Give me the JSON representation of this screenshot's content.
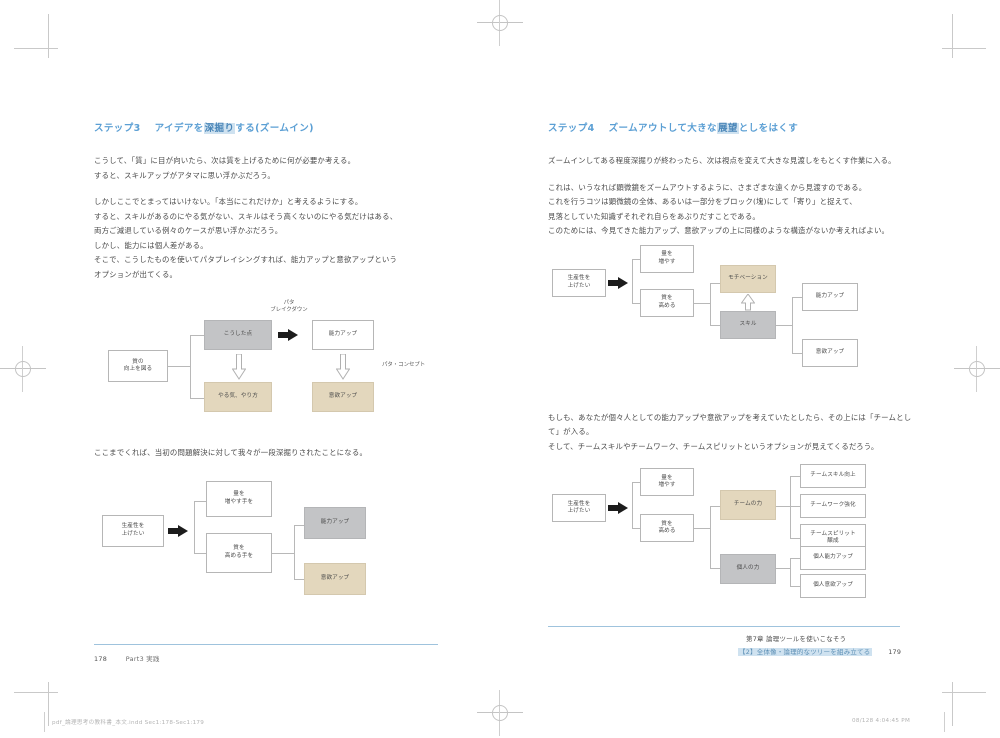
{
  "document": {
    "type": "print-proof-spread",
    "left_page_number": "178",
    "right_page_number": "179"
  },
  "left_page": {
    "section_title": {
      "number": "ステップ3",
      "text": "アイデアを",
      "highlight": "深掘り",
      "text_end": "する(ズームイン)"
    },
    "paragraphs": [
      "こうして、「質」に目が向いたら、次は質を上げるために何が必要か考える。\nすると、スキルアップがアタマに思い浮かぶだろう。",
      "しかしここでとまってはいけない。「本当にこれだけか」と考えるようにする。\nすると、スキルがあるのにやる気がない、スキルはそう高くないのにやる気だけはある、\n両方ご減退している例々のケースが思い浮かぶだろう。\nしかし、能力には個人差がある。\nそこで、こうしたものを使いてパタプレイシングすれば、能力アップと意欲アップという\nオプションが出てくる。"
    ],
    "diagram1": {
      "labels": {
        "top_center": "パタ\nブレイクダウン",
        "right_side": "パタ・コンセプト"
      },
      "boxes": [
        {
          "id": "root",
          "text": "質の\n向上を図る",
          "style": "white"
        },
        {
          "id": "skill",
          "text": "こうした点",
          "style": "gray"
        },
        {
          "id": "skillup",
          "text": "能力アップ",
          "style": "white"
        },
        {
          "id": "will",
          "text": "やる気、やり方",
          "style": "beige"
        },
        {
          "id": "willup",
          "text": "意欲アップ",
          "style": "beige"
        }
      ]
    },
    "mid_text": "ここまでくれば、当初の問題解決に対して我々が一段深掘りされたことになる。",
    "diagram2": {
      "boxes": [
        {
          "id": "root",
          "text": "生産性を\n上げたい",
          "style": "white"
        },
        {
          "id": "b1",
          "text": "量を\n増やす手を",
          "style": "white"
        },
        {
          "id": "b2",
          "text": "質を\n高める手を",
          "style": "white"
        },
        {
          "id": "r1",
          "text": "能力アップ",
          "style": "gray"
        },
        {
          "id": "r2",
          "text": "意欲アップ",
          "style": "beige"
        }
      ]
    },
    "footer": {
      "page": "178",
      "label": "Part3 実践"
    }
  },
  "right_page": {
    "section_title": {
      "number": "ステップ4",
      "text": "ズームアウトして大きな",
      "highlight": "展望",
      "text_end": "としをはくす"
    },
    "paragraphs": [
      "ズームインしてある程度深掘りが終わったら、次は視点を変えて大きな見渡しをもとくす作業に入る。",
      "これは、いうなれば顕微鏡をズームアウトするように、さまざまな遠くから見渡すのである。\nこれを行うコツは顕微鏡の全体、あるいは一部分をブロック(塊)にして「寄り」と捉えて、\n見落としていた知識ずそれぞれ自らをあぶりだすことである。\nこのためには、今見てきた能力アップ、意欲アップの上に同様のような構造がないか考えればよい。"
    ],
    "diagram3": {
      "boxes": [
        {
          "id": "root",
          "text": "生産性を\n上げたい",
          "style": "white"
        },
        {
          "id": "b1",
          "text": "量を\n増やす",
          "style": "white"
        },
        {
          "id": "b2",
          "text": "質を\n高める",
          "style": "white"
        },
        {
          "id": "m1",
          "text": "モチベーション",
          "style": "beige"
        },
        {
          "id": "m2",
          "text": "スキル",
          "style": "gray"
        },
        {
          "id": "r1",
          "text": "能力アップ",
          "style": "white"
        },
        {
          "id": "r2",
          "text": "意欲アップ",
          "style": "white"
        }
      ]
    },
    "mid_text": "もしも、あなたが個々人としての能力アップや意欲アップを考えていたとしたら、その上には「チームとして」が入る。\nそして、チームスキルやチームワーク、チームスピリットというオプションが見えてくるだろう。",
    "diagram4": {
      "boxes": [
        {
          "id": "root",
          "text": "生産性を\n上げたい",
          "style": "white"
        },
        {
          "id": "b1",
          "text": "量を\n増やす",
          "style": "white"
        },
        {
          "id": "b2",
          "text": "質を\n高める",
          "style": "white"
        },
        {
          "id": "m1",
          "text": "チームの力",
          "style": "beige"
        },
        {
          "id": "m2",
          "text": "個人の力",
          "style": "gray"
        },
        {
          "id": "r1",
          "text": "チームスキル向上",
          "style": "white"
        },
        {
          "id": "r2",
          "text": "チームワーク強化",
          "style": "white"
        },
        {
          "id": "r3",
          "text": "チームスピリット\n醸成",
          "style": "white"
        },
        {
          "id": "r4",
          "text": "個人能力アップ",
          "style": "white"
        },
        {
          "id": "r5",
          "text": "個人意欲アップ",
          "style": "white"
        }
      ]
    },
    "footer": {
      "chapter": "第7章 論理ツールを使いこなそう",
      "subtitle": "【2】全体像・論理的なツリーを組み立てる",
      "page": "179"
    }
  },
  "print_marks": {
    "bottom_left_filename": "pdf_論理思考の教科書_本文.indd  Sec1:178-Sec1:179",
    "bottom_right_timestamp": "08/128  4:04:45 PM"
  },
  "colors": {
    "heading_blue": "#5b9fd4",
    "highlight_blue": "#cfe2f0",
    "rule_blue": "#9fc3dd",
    "box_gray": "#c3c4c6",
    "box_beige": "#e3d7bd",
    "box_border": "#b6b6b6"
  }
}
